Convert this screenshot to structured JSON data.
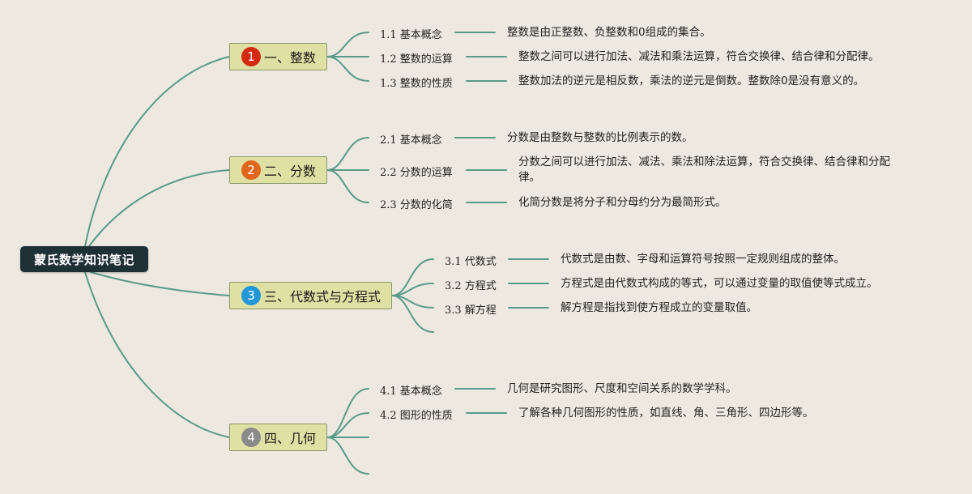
{
  "root": {
    "title": "蒙氏数学知识笔记"
  },
  "topics": [
    {
      "badge": "1",
      "badge_color": "#d42a12",
      "label": "一、整数",
      "items": [
        {
          "label": "1.1 基本概念",
          "desc": "整数是由正整数、负整数和0组成的集合。"
        },
        {
          "label": "1.2 整数的运算",
          "desc": "整数之间可以进行加法、减法和乘法运算，符合交换律、结合律和分配律。"
        },
        {
          "label": "1.3 整数的性质",
          "desc": "整数加法的逆元是相反数，乘法的逆元是倒数。整数除0是没有意义的。"
        }
      ]
    },
    {
      "badge": "2",
      "badge_color": "#e0661c",
      "label": "二、分数",
      "items": [
        {
          "label": "2.1 基本概念",
          "desc": "分数是由整数与整数的比例表示的数。"
        },
        {
          "label": "2.2 分数的运算",
          "desc": "分数之间可以进行加法、减法、乘法和除法运算，符合交换律、结合律和分配律。"
        },
        {
          "label": "2.3 分数的化简",
          "desc": "化简分数是将分子和分母约分为最简形式。"
        }
      ]
    },
    {
      "badge": "3",
      "badge_color": "#2196d8",
      "label": "三、代数式与方程式",
      "items": [
        {
          "label": "3.1 代数式",
          "desc": "代数式是由数、字母和运算符号按照一定规则组成的整体。"
        },
        {
          "label": "3.2 方程式",
          "desc": "方程式是由代数式构成的等式，可以通过变量的取值使等式成立。"
        },
        {
          "label": "3.3 解方程",
          "desc": "解方程是指找到使方程成立的变量取值。"
        }
      ]
    },
    {
      "badge": "4",
      "badge_color": "#8a8a8a",
      "label": "四、几何",
      "items": [
        {
          "label": "4.1 基本概念",
          "desc": "几何是研究图形、尺度和空间关系的数学学科。"
        },
        {
          "label": "4.2 图形的性质",
          "desc": "了解各种几何图形的性质，如直线、角、三角形、四边形等。"
        }
      ]
    }
  ],
  "colors": {
    "line": "#5a9a88",
    "root_bg": "#1f2f36",
    "topic_bg": "#dfe0a3"
  }
}
